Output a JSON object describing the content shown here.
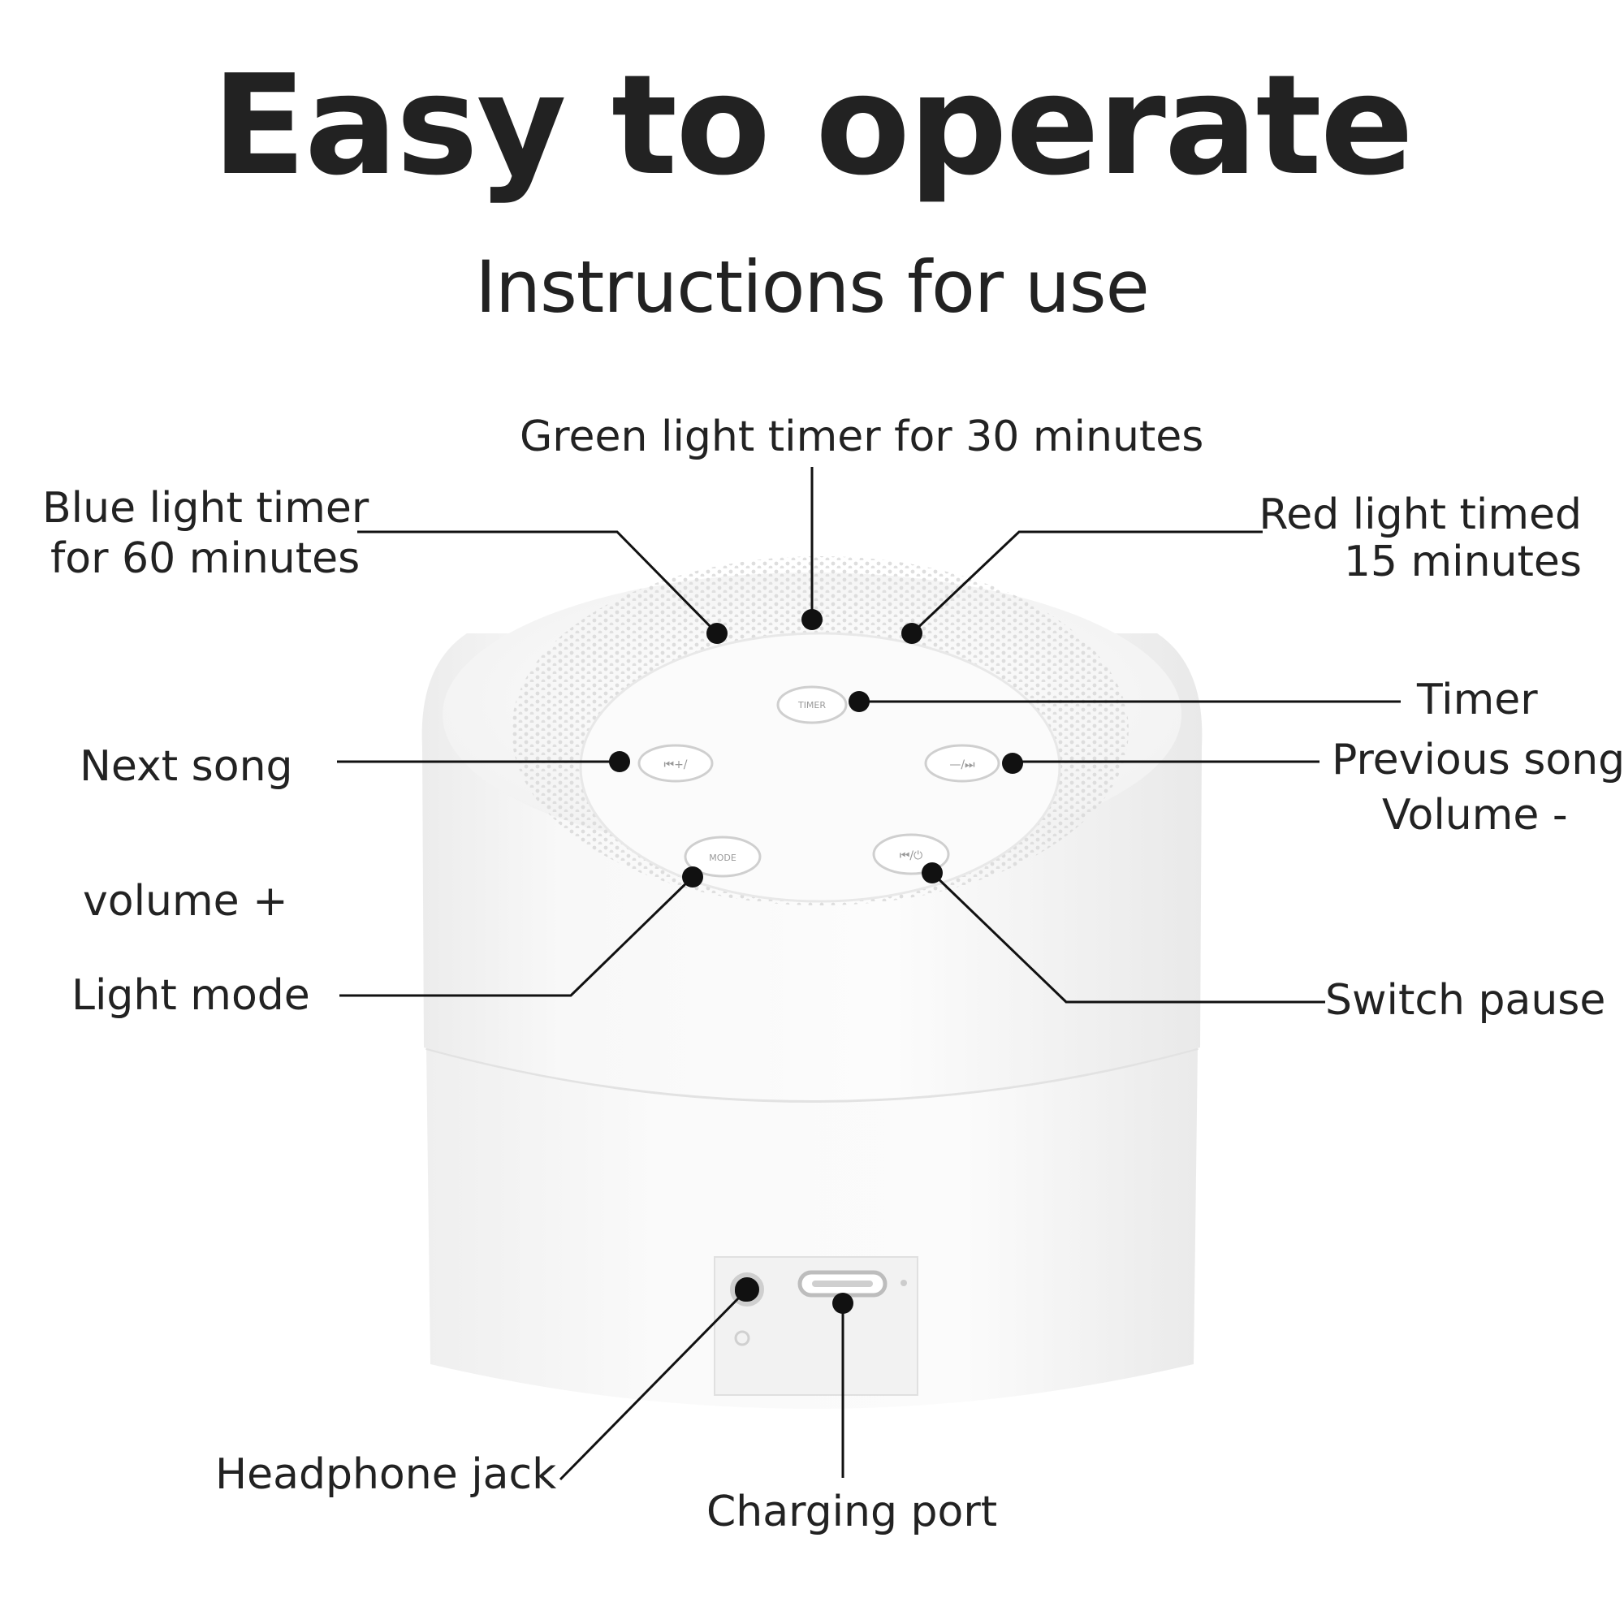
{
  "title": "Easy to operate",
  "subtitle": "Instructions for use",
  "labels": {
    "green_timer": "Green light timer for 30 minutes",
    "blue_timer_line1": "Blue light timer",
    "blue_timer_line2": "for 60 minutes",
    "red_timer_line1": "Red light timed",
    "red_timer_line2": "15 minutes",
    "timer": "Timer",
    "next_song": "Next song",
    "previous_song": "Previous song",
    "volume_minus": "Volume -",
    "volume_plus": "volume +",
    "light_mode": "Light mode",
    "switch_pause": "Switch pause",
    "headphone_jack": "Headphone jack",
    "charging_port": "Charging port"
  },
  "device_buttons": {
    "timer": "TIMER",
    "mode": "MODE",
    "next": "⏮+/",
    "prev": "—/⏭",
    "play": "⏮/⏻"
  },
  "colors": {
    "text": "#222222",
    "leader": "#111111",
    "device_body": "#f6f6f6",
    "device_shadow": "#e6e6e6"
  }
}
